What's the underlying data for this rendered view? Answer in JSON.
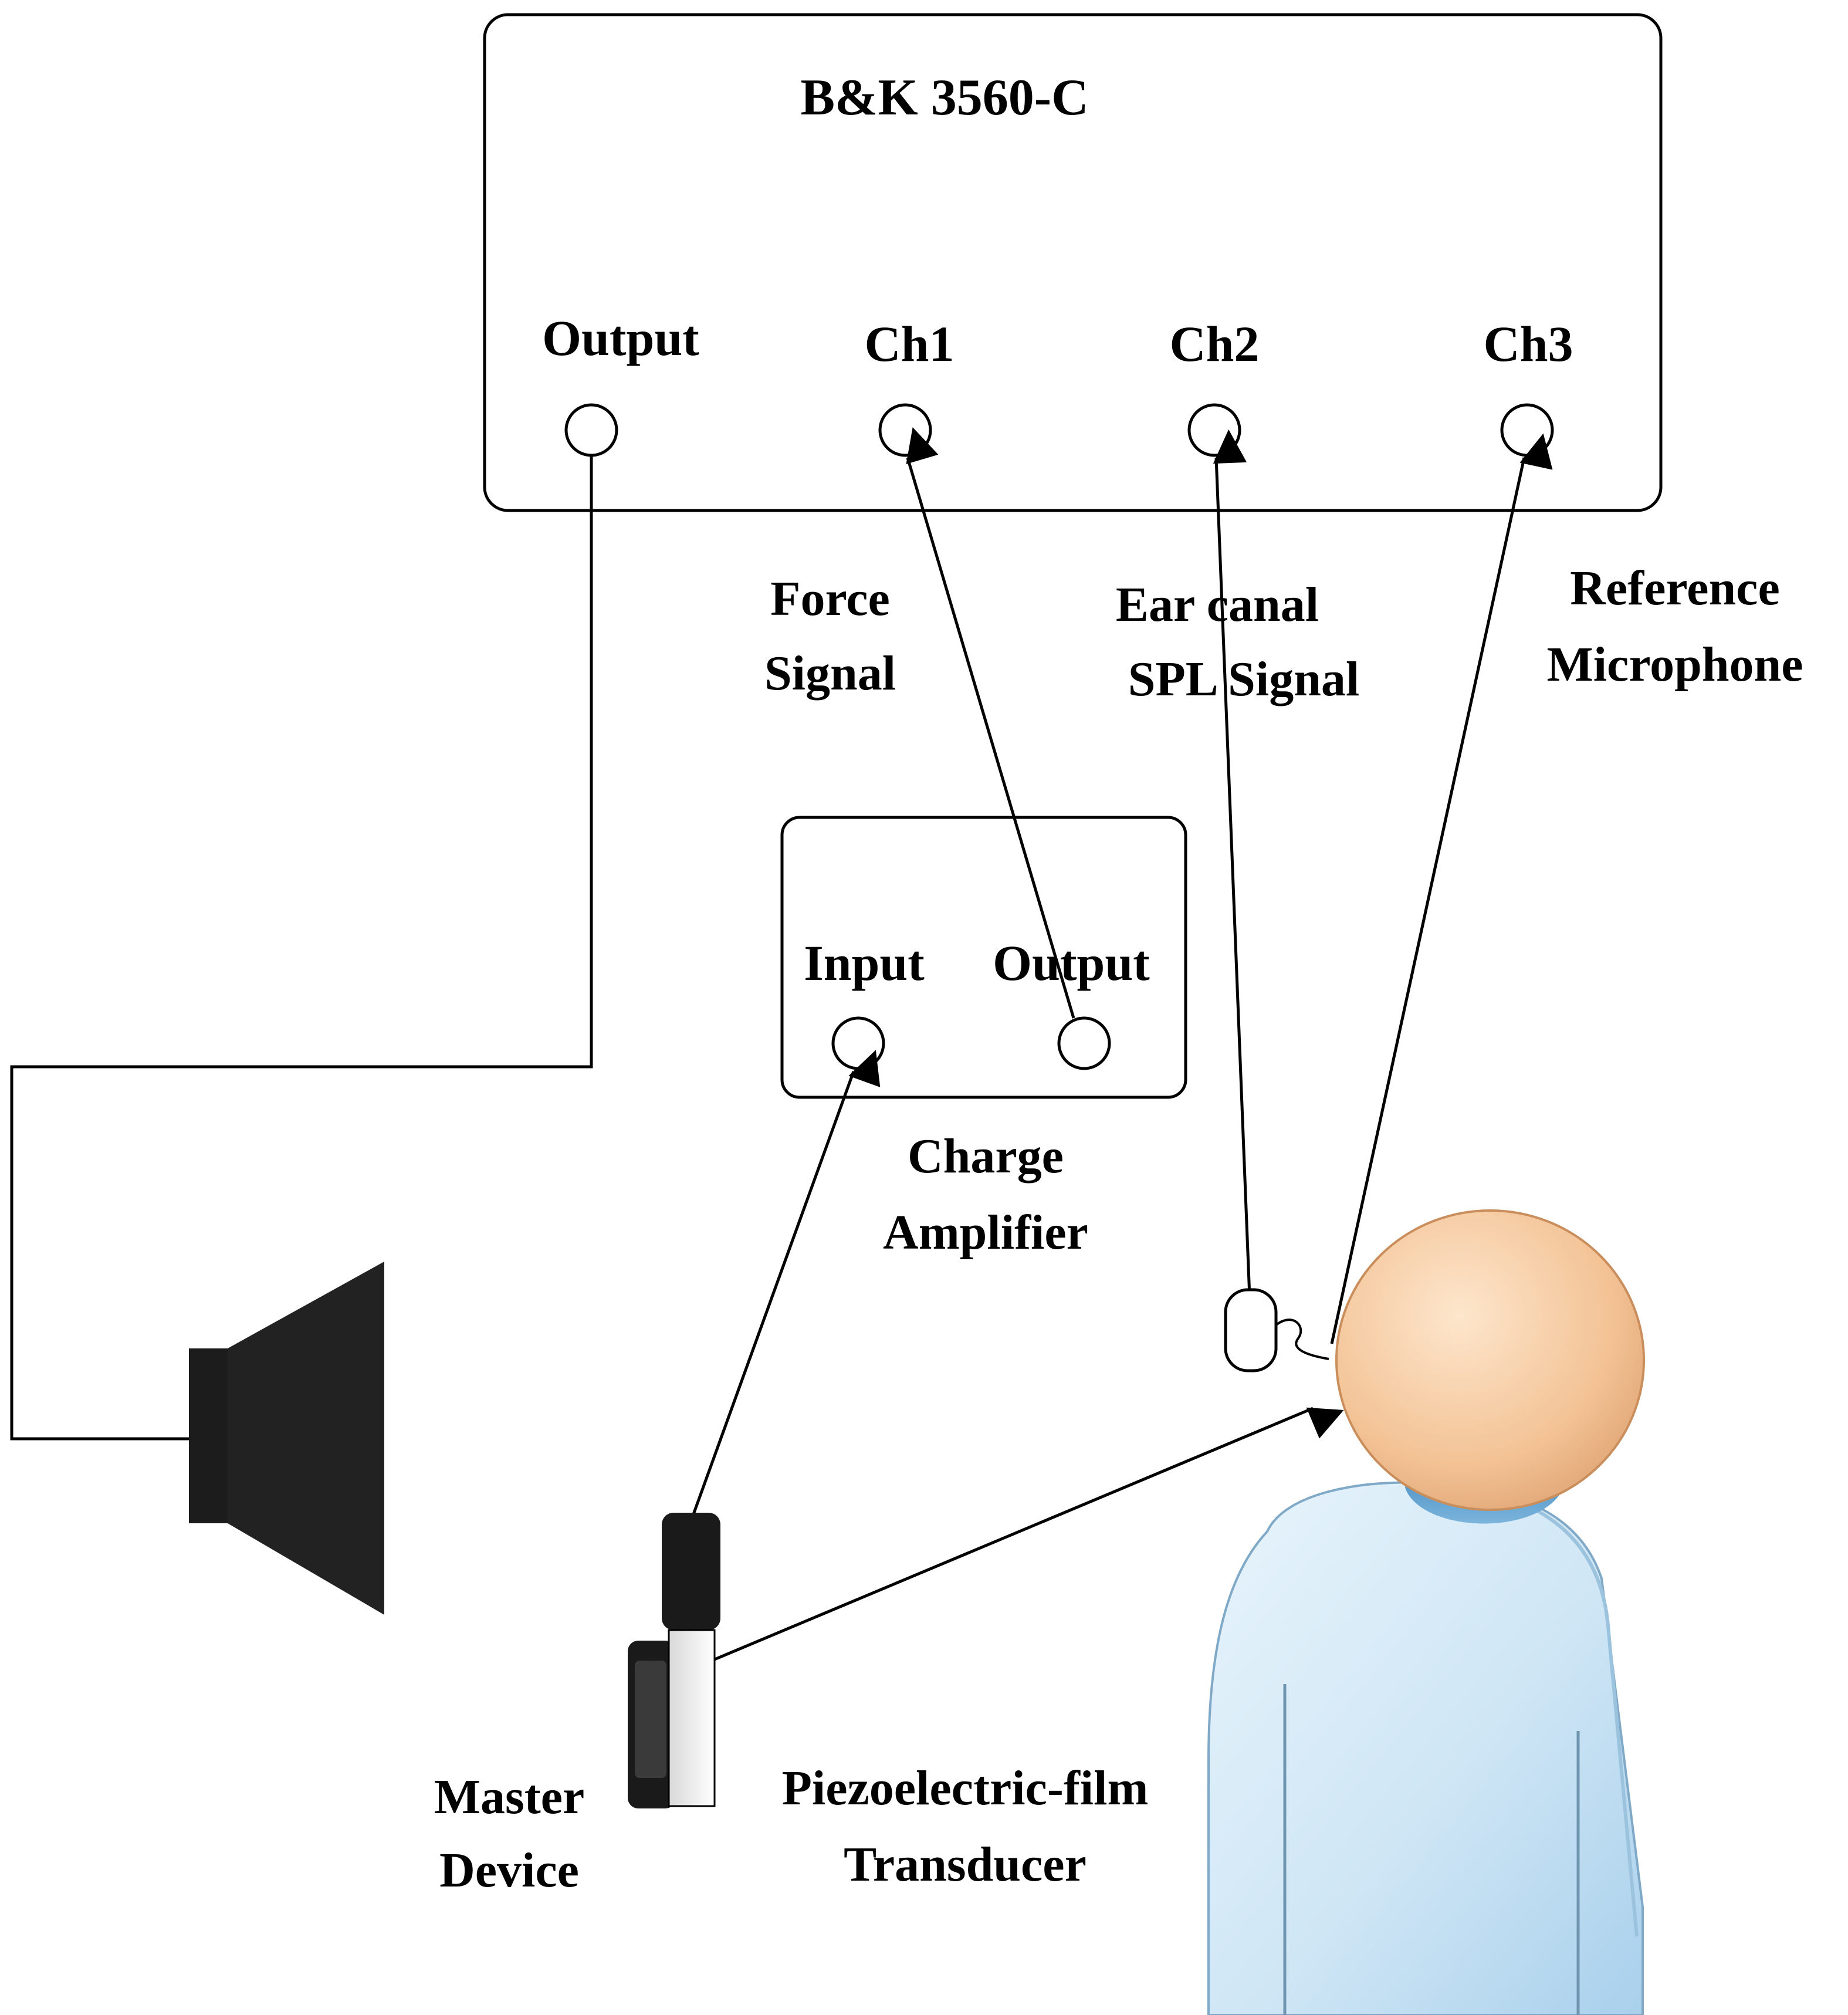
{
  "analyzer": {
    "title": "B&K 3560-C",
    "ports": [
      "Output",
      "Ch1",
      "Ch2",
      "Ch3"
    ]
  },
  "charge_amplifier": {
    "ports": [
      "Input",
      "Output"
    ],
    "label_lines": [
      "Charge",
      "Amplifier"
    ]
  },
  "signals": {
    "force": [
      "Force",
      "Signal"
    ],
    "ear_canal": [
      "Ear canal",
      "SPL Signal"
    ],
    "reference": [
      "Reference",
      "Microphone"
    ]
  },
  "devices": {
    "master": [
      "Master",
      "Device"
    ],
    "transducer": [
      "Piezoelectric-film",
      "Transducer"
    ]
  },
  "icons": {
    "loudspeaker": "loudspeaker-icon",
    "microphone": "ear-canal-microphone-icon",
    "person": "human-subject-icon"
  },
  "colors": {
    "line": "#000000",
    "head_fill": "#f5c9a0",
    "body_fill": "#cfe6f5",
    "collar_fill": "#5b9bc9"
  }
}
